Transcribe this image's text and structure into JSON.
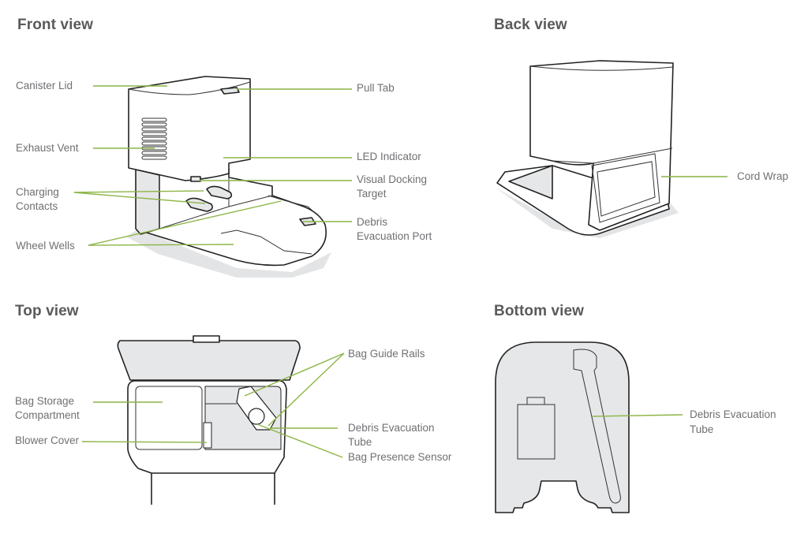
{
  "colors": {
    "leader_line": "#8cb445",
    "title_text": "#5a5a5c",
    "label_text": "#707074",
    "fill_gray": "#e6e7e8"
  },
  "front_view": {
    "title": "Front view",
    "labels": {
      "canister_lid": "Canister Lid",
      "exhaust_vent": "Exhaust Vent",
      "charging_contacts_1": "Charging",
      "charging_contacts_2": "Contacts",
      "wheel_wells": "Wheel Wells",
      "pull_tab": "Pull Tab",
      "led_indicator": "LED Indicator",
      "visual_docking_target_1": "Visual Docking",
      "visual_docking_target_2": "Target",
      "debris_evacuation_port_1": "Debris",
      "debris_evacuation_port_2": "Evacuation Port"
    }
  },
  "back_view": {
    "title": "Back view",
    "labels": {
      "cord_wrap": "Cord Wrap"
    }
  },
  "top_view": {
    "title": "Top view",
    "labels": {
      "bag_storage_1": "Bag Storage",
      "bag_storage_2": "Compartment",
      "blower_cover": "Blower Cover",
      "bag_guide_rails": "Bag Guide Rails",
      "debris_evacuation_tube_1": "Debris Evacuation",
      "debris_evacuation_tube_2": "Tube",
      "bag_presence_sensor": "Bag Presence Sensor"
    }
  },
  "bottom_view": {
    "title": "Bottom view",
    "labels": {
      "debris_evacuation_tube_1": "Debris Evacuation",
      "debris_evacuation_tube_2": "Tube"
    }
  }
}
